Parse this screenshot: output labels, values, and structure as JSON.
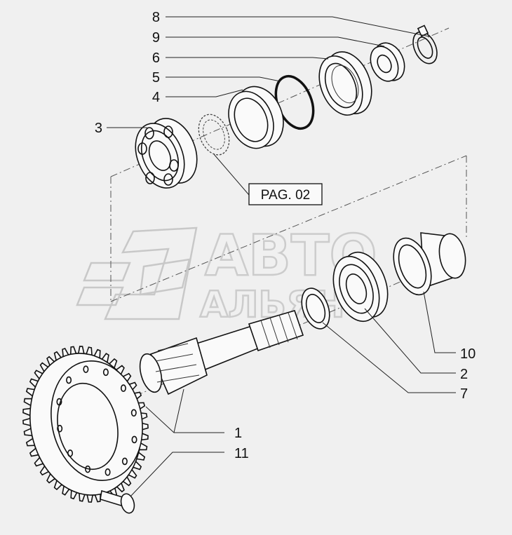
{
  "reference_label": "PAG. 02",
  "watermark": {
    "line1": "АВТО",
    "line2": "АЛЬЯНС"
  },
  "callouts": {
    "c8": "8",
    "c9": "9",
    "c6": "6",
    "c5": "5",
    "c4": "4",
    "c3": "3",
    "c10": "10",
    "c2": "2",
    "c7": "7",
    "c1": "1",
    "c11": "11"
  }
}
